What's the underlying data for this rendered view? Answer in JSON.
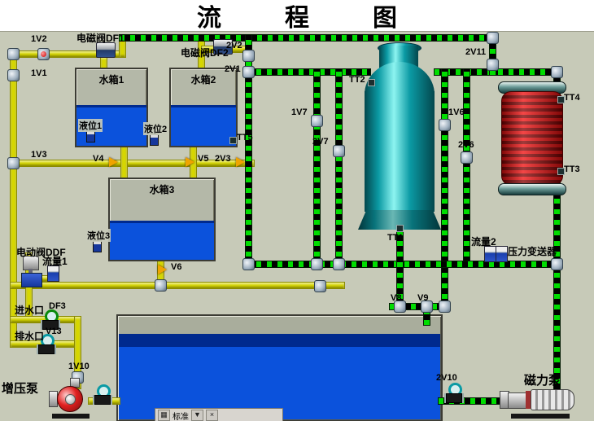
{
  "title": "流　程　图",
  "colors": {
    "background": "#c7cab8",
    "pipe_yellow": "#d6d600",
    "pipe_active_green": "#00dd00",
    "pipe_active_black": "#000000",
    "water_blue": "#0b52dc",
    "water_dark": "#002a8e",
    "vessel_teal": "#0b9aa4",
    "coil_red": "#ee1111",
    "valve_triangle_orange": "#efa400"
  },
  "tanks": {
    "t1": "水箱1",
    "t2": "水箱2",
    "t3": "水箱3"
  },
  "levels": {
    "l1": "液位1",
    "l2": "液位2",
    "l3": "液位3"
  },
  "temps": {
    "tt1": "TT1",
    "tt2": "TT2",
    "tt3": "TT3",
    "tt4": "TT4",
    "tt5": "TT5"
  },
  "valves": {
    "v1_1": "1V1",
    "v1_2": "1V2",
    "v1_3": "1V3",
    "v1_6": "1V6",
    "v1_7": "1V7",
    "v1_10": "1V10",
    "v2_1": "2V1",
    "v2_2": "2V2",
    "v2_3": "2V3",
    "v2_6": "2V6",
    "v2_7": "2V7",
    "v2_10": "2V10",
    "v2_11": "2V11",
    "v4": "V4",
    "v5": "V5",
    "v6": "V6",
    "v8": "V8",
    "v9": "V9",
    "v13": "V13",
    "df3": "DF3"
  },
  "equipment": {
    "df1": "电磁阀DF1",
    "df2": "电磁阀DF2",
    "ddf": "电动阀DDF",
    "flow1": "流量1",
    "flow2": "流量2",
    "pt": "压力变送器",
    "inlet": "进水口",
    "drain": "排水口",
    "pump_booster": "增压泵",
    "pump_magnetic": "磁力泵"
  },
  "toolbar": {
    "icon": "▦",
    "text": "标准",
    "buttons": [
      "▼",
      "×"
    ]
  }
}
